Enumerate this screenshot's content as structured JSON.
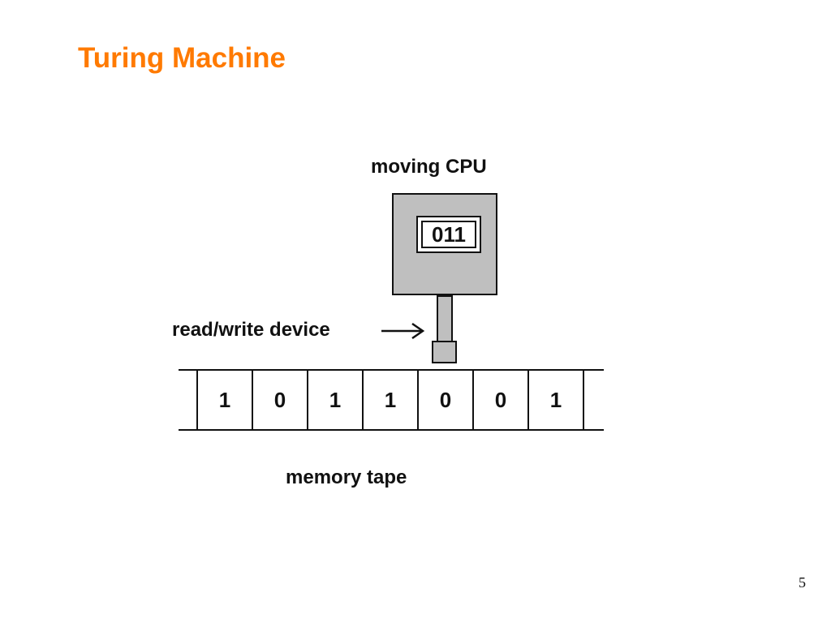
{
  "slide": {
    "title": "Turing Machine",
    "page_number": "5"
  },
  "diagram": {
    "cpu_label": "moving CPU",
    "cpu_state": "011",
    "rw_label": "read/write device",
    "tape_label": "memory tape",
    "tape_cells": [
      "1",
      "0",
      "1",
      "1",
      "0",
      "0",
      "1"
    ]
  },
  "colors": {
    "title": "#ff7a00",
    "cpu_fill": "#bfbfbf",
    "stroke": "#111111"
  }
}
